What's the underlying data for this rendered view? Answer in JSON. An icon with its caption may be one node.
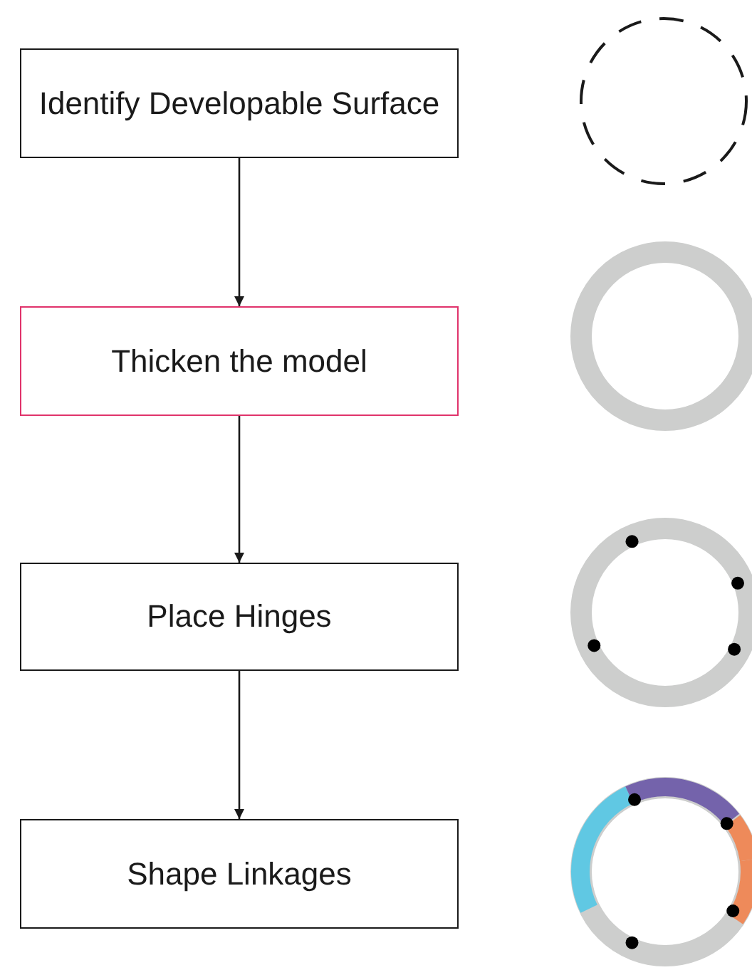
{
  "diagram": {
    "nodes": [
      {
        "text": [
          "Identify Developable Surface"
        ]
      },
      {
        "text": [
          "Thicken the model"
        ]
      },
      {
        "text": [
          "Place Hinges"
        ]
      },
      {
        "text": [
          "Shape Linkages"
        ]
      }
    ],
    "edges": [
      {
        "from": 0,
        "to": 1,
        "arrow": "to"
      },
      {
        "from": 1,
        "to": 2,
        "arrow": "to"
      },
      {
        "from": 2,
        "to": 3,
        "arrow": "to"
      }
    ]
  }
}
